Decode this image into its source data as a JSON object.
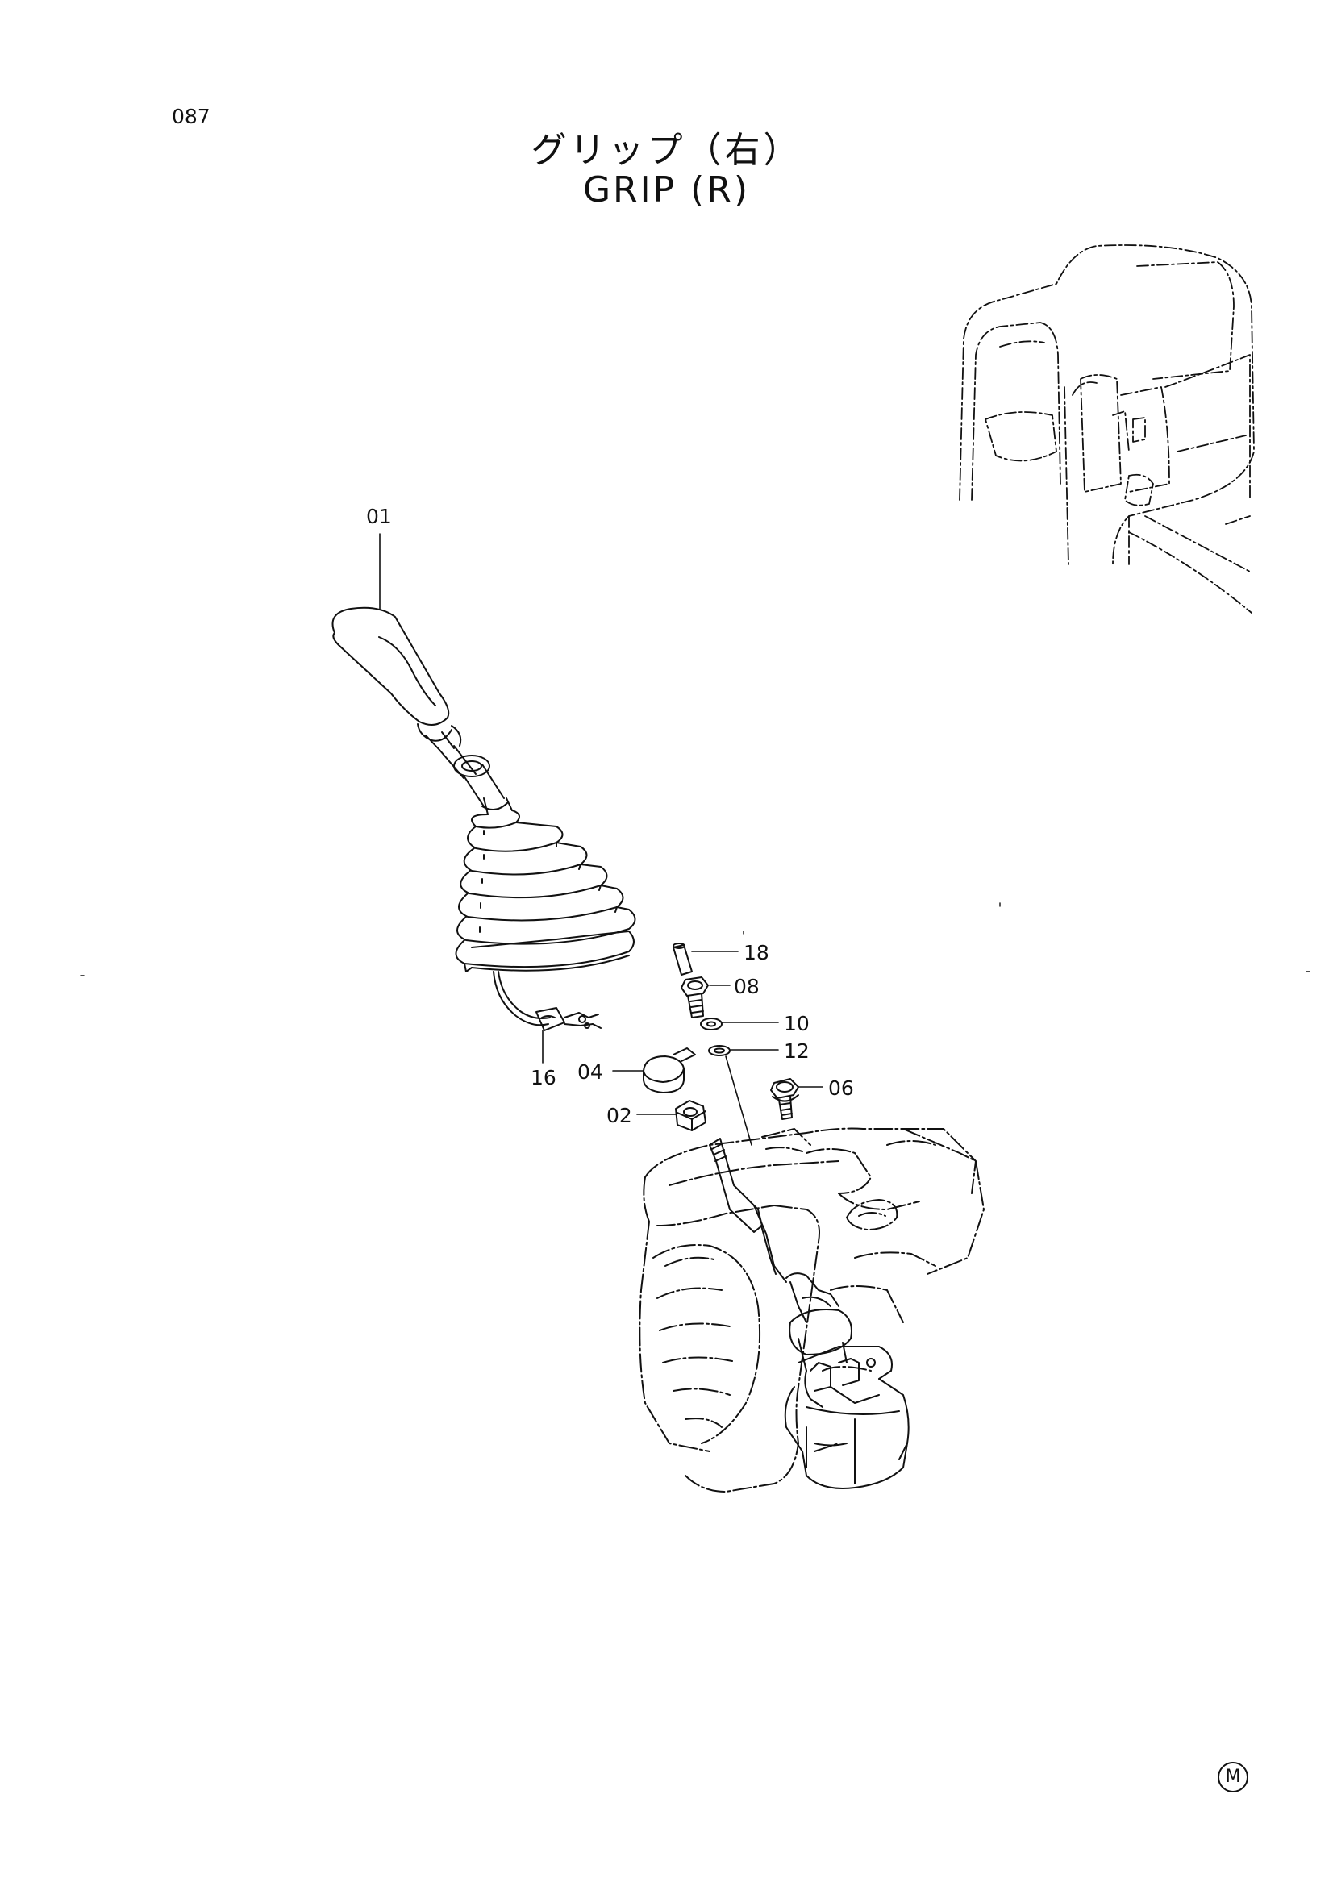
{
  "page_number": "087",
  "title_jp": "グリップ（右）",
  "title_en": "GRIP (R)",
  "parts": [
    {
      "id": "01"
    },
    {
      "id": "18"
    },
    {
      "id": "08"
    },
    {
      "id": "10"
    },
    {
      "id": "12"
    },
    {
      "id": "06"
    },
    {
      "id": "16"
    },
    {
      "id": "04"
    },
    {
      "id": "02"
    }
  ],
  "mark_symbol": "M",
  "colors": {
    "ink": "#111111",
    "background": "#ffffff"
  }
}
